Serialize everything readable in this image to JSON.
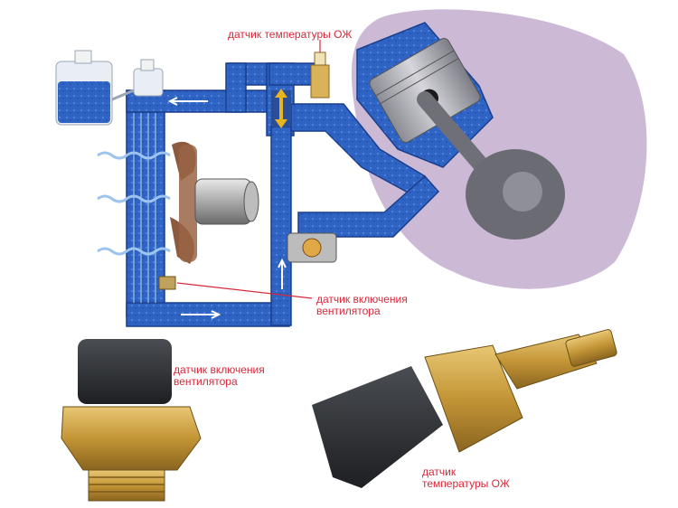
{
  "labels": {
    "coolant_temp_top": "датчик температуры ОЖ",
    "fan_switch_diagram": {
      "line1": "датчик включения",
      "line2": "вентилятора"
    },
    "fan_switch_photo": {
      "line1": "датчик включения",
      "line2": "вентилятора"
    },
    "coolant_temp_photo": {
      "line1": "датчик",
      "line2": "температуры ОЖ"
    }
  },
  "colors": {
    "coolant": "#2f64c4",
    "coolant_dark": "#1a3f8c",
    "engine_bg": "#cbb9d6",
    "leader_line": "#d8283a",
    "brass": "#c9a24a",
    "plastic": "#2b2d30"
  },
  "icons": [
    "expansion-tank-icon",
    "radiator-icon",
    "fan-motor-icon",
    "thermostat-icon",
    "engine-piston-icon",
    "crankshaft-icon",
    "fan-switch-sensor-icon",
    "coolant-temp-sensor-icon"
  ]
}
